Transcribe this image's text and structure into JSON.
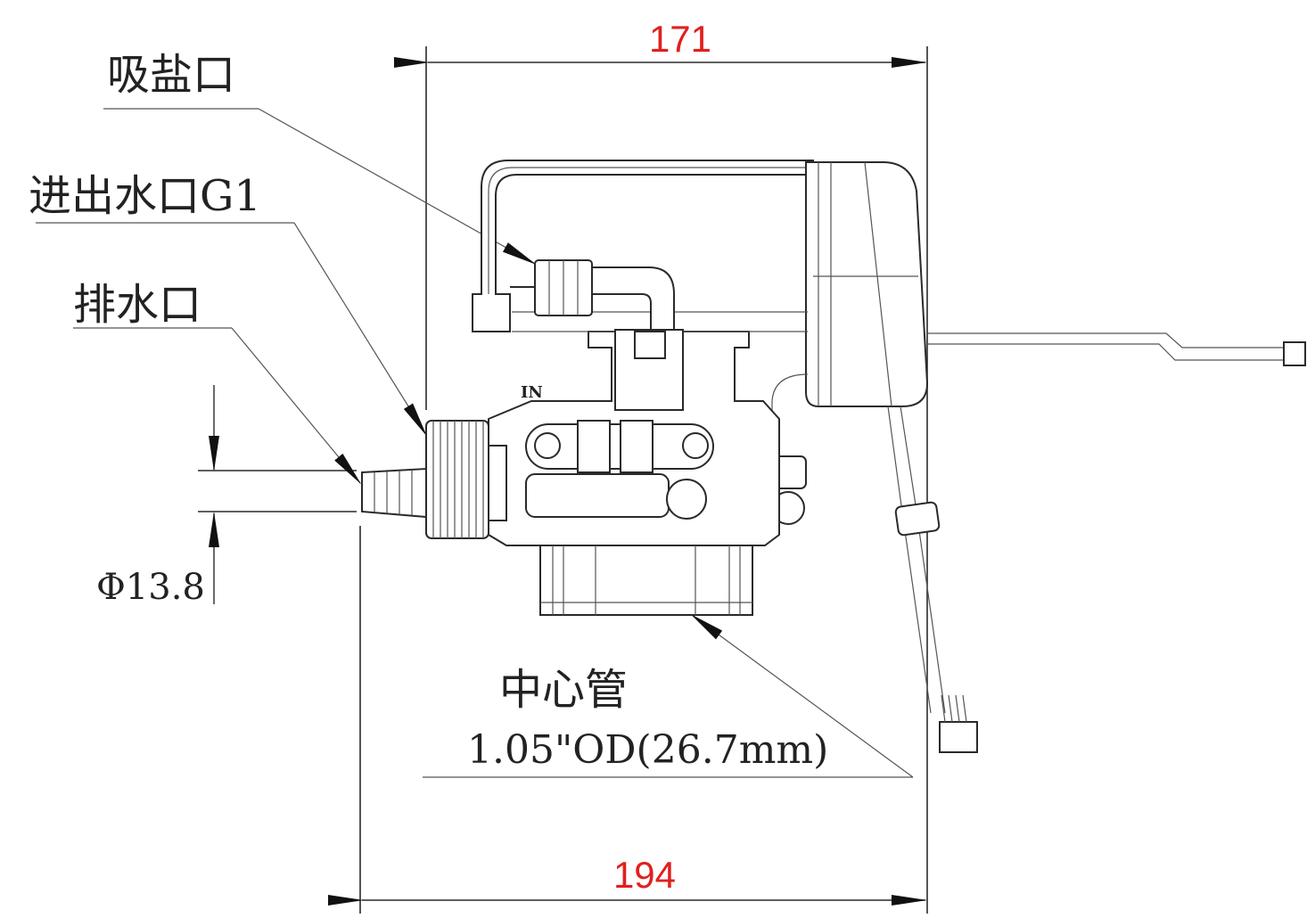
{
  "dimensions": {
    "top_width": "171",
    "bottom_width": "194",
    "dimension_color": "#e0201e"
  },
  "callouts": {
    "brine_port": "吸盐口",
    "inlet_outlet": "进出水口G1",
    "drain_port": "排水口",
    "drain_diameter": "Φ13.8",
    "center_tube_title": "中心管",
    "center_tube_size": "1.05\"OD(26.7mm)"
  },
  "part_markings": {
    "in_mark": "IN"
  }
}
